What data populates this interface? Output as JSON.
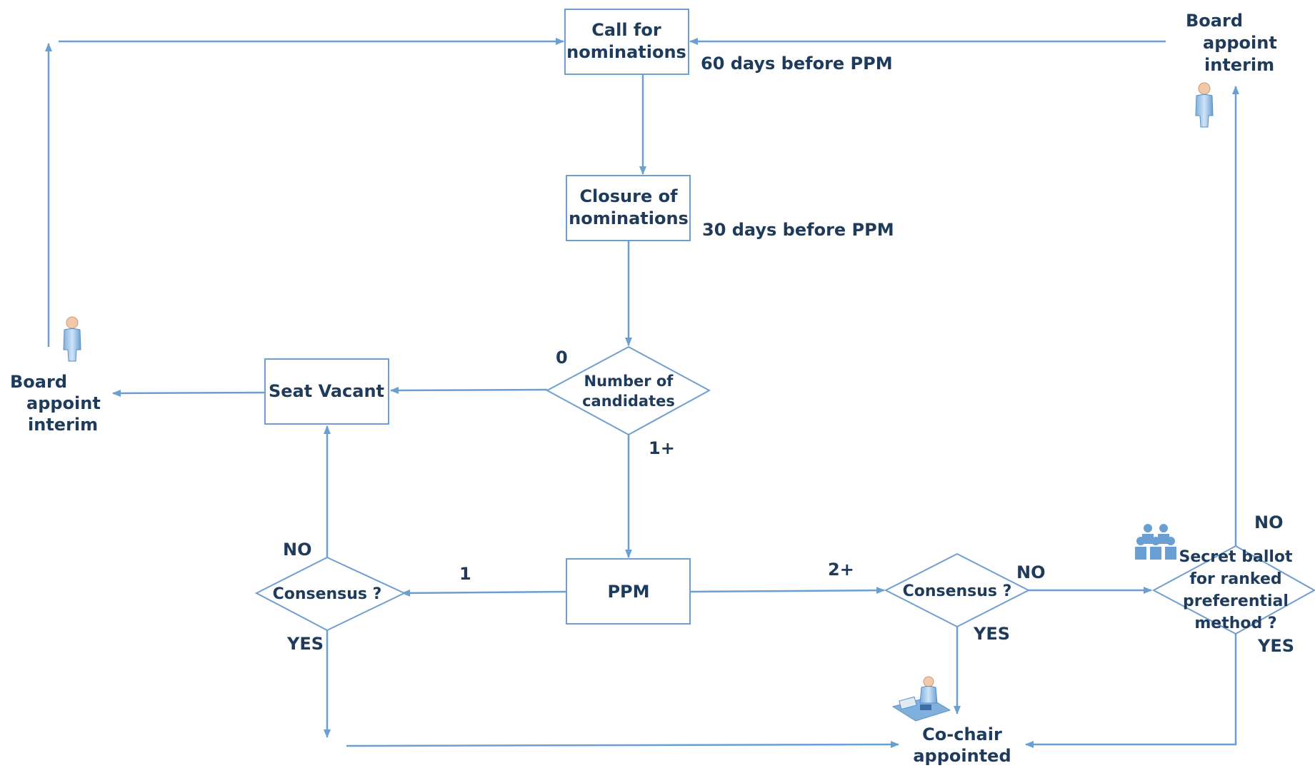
{
  "nodes": {
    "call": {
      "line1": "Call for",
      "line2": "nominations"
    },
    "closure": {
      "line1": "Closure of",
      "line2": "nominations"
    },
    "num_candidates": {
      "line1": "Number of",
      "line2": "candidates"
    },
    "seat_vacant": {
      "label": "Seat Vacant"
    },
    "ppm": {
      "label": "PPM"
    },
    "consensus_left": {
      "label": "Consensus ?"
    },
    "consensus_right": {
      "label": "Consensus ?"
    },
    "secret_ballot": {
      "line1": "Secret ballot",
      "line2": "for ranked",
      "line3": "preferential",
      "line4": "method ?"
    },
    "cochair": {
      "line1": "Co-chair",
      "line2": "appointed"
    },
    "board_left": {
      "line1": "Board",
      "line2": "appoint",
      "line3": "interim"
    },
    "board_right": {
      "line1": "Board",
      "line2": "appoint",
      "line3": "interim"
    }
  },
  "labels": {
    "days60": "60 days before PPM",
    "days30": "30 days before PPM",
    "zero": "0",
    "one_plus": "1+",
    "one": "1",
    "two_plus": "2+",
    "no_left": "NO",
    "yes_left": "YES",
    "no_right": "NO",
    "yes_right": "YES",
    "no_ballot": "NO",
    "yes_ballot": "YES"
  },
  "icons": {
    "board_left": "person-icon",
    "board_right": "person-icon",
    "group": "group-icon",
    "office": "office-worker-icon"
  },
  "colors": {
    "line": "#6a9fd3",
    "text": "#1f3b5c",
    "box_border": "#6f9fd0"
  }
}
